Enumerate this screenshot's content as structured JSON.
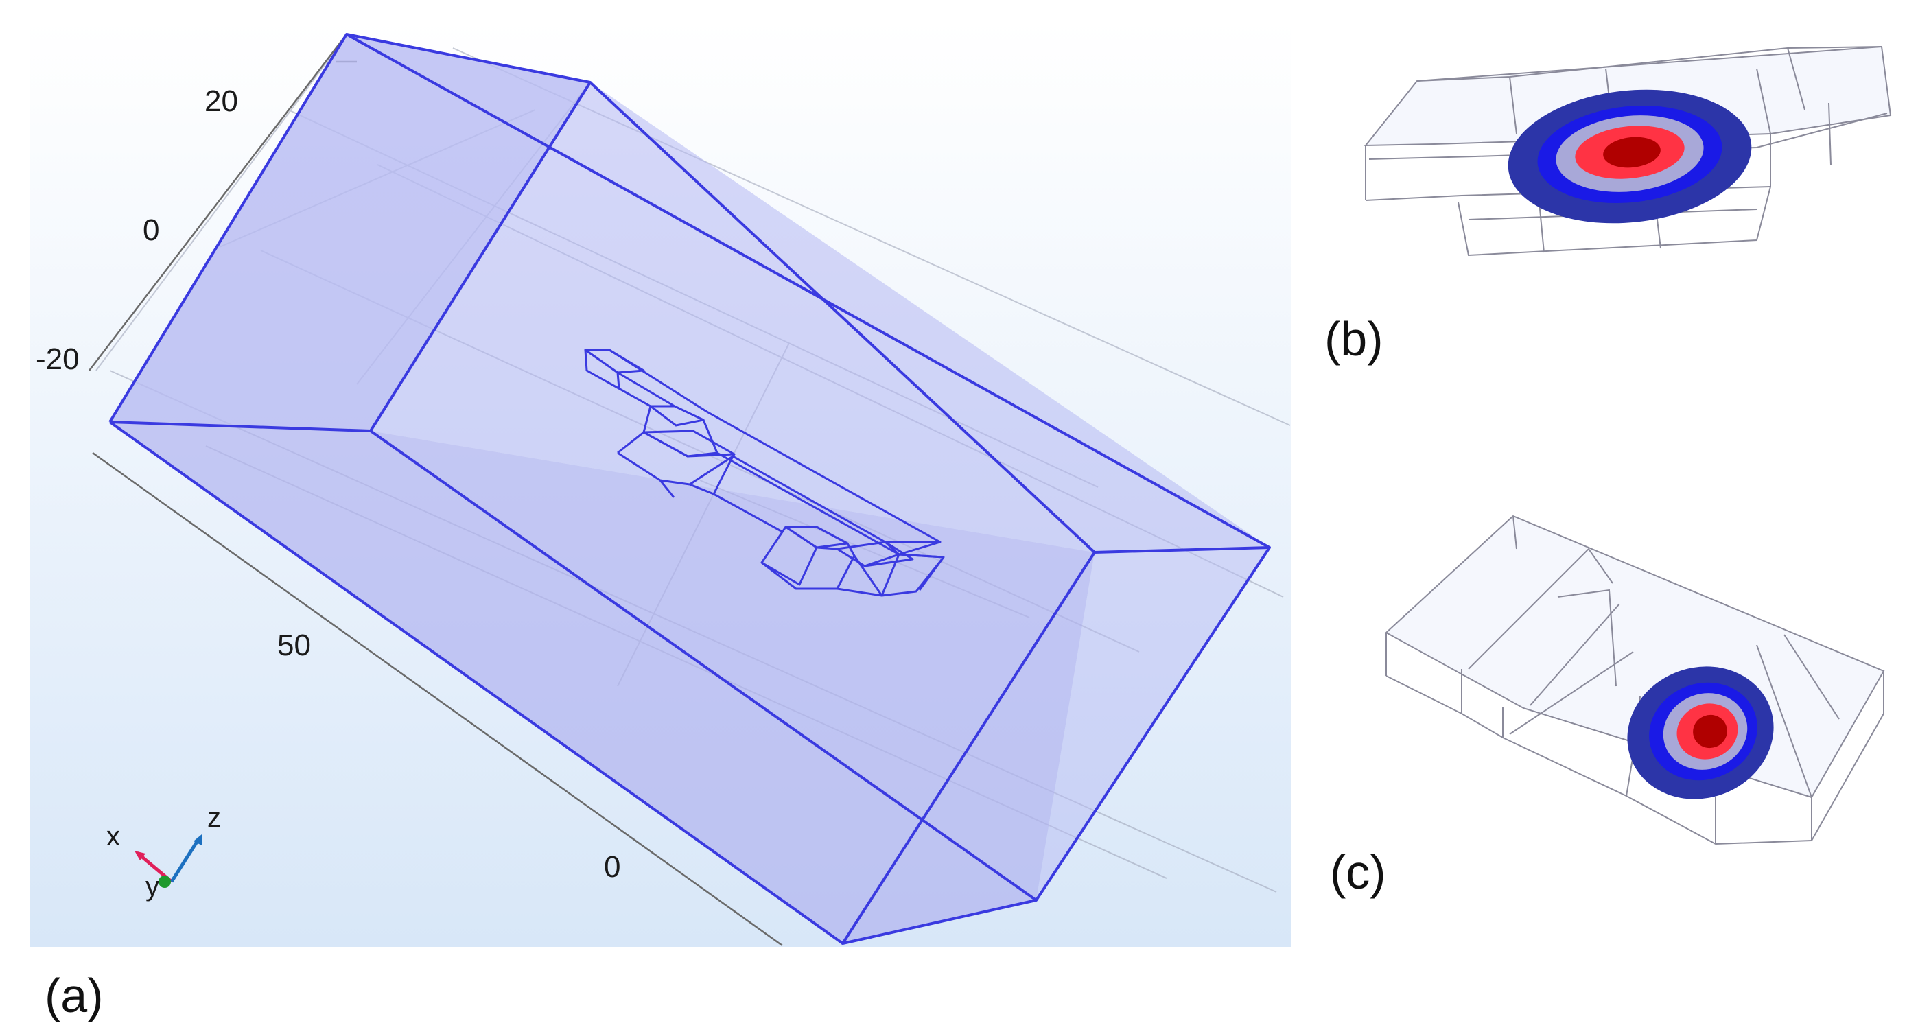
{
  "panels": {
    "a": {
      "label": "(a)"
    },
    "b": {
      "label": "(b)"
    },
    "c": {
      "label": "(c)"
    }
  },
  "axis_ticks": {
    "vertical": [
      "20",
      "0",
      "-20"
    ],
    "lower": [
      "50",
      "0"
    ]
  },
  "triad": {
    "x": "x",
    "y": "y",
    "z": "z"
  },
  "colors": {
    "domain_fill": "#b4b8f2",
    "domain_edge": "#3a3ae0",
    "background_top": "#ffffff",
    "background_bottom": "#d8e7f8",
    "mesh_gray": "#8a8a9a",
    "field_dark_blue": "#2c35a8",
    "field_blue": "#1a1ae6",
    "field_lavender": "#a8a8d8",
    "field_red": "#ff3344",
    "field_dark_red": "#b00000",
    "triad_x": "#e0205a",
    "triad_y": "#1e9a2e",
    "triad_z": "#1c70c0"
  }
}
